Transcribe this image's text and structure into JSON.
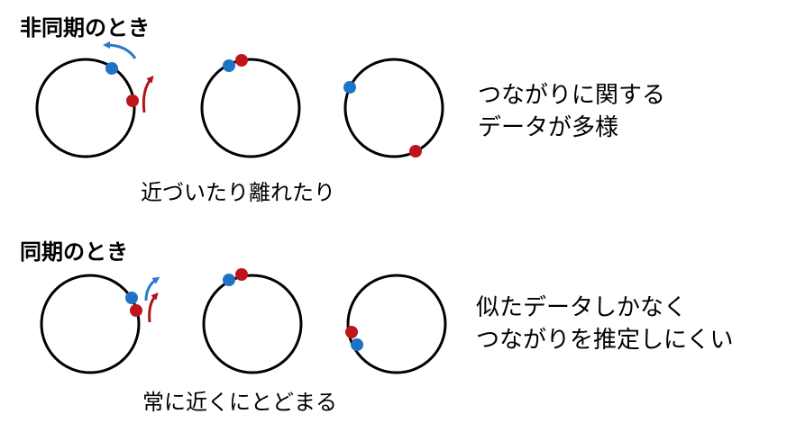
{
  "sections": [
    {
      "heading": "非同期のとき",
      "caption": "近づいたり離れたり",
      "note_lines": [
        "つながりに関する",
        "データが多様"
      ]
    },
    {
      "heading": "同期のとき",
      "caption": "常に近くにとどまる",
      "note_lines": [
        "似たデータしかなく",
        "つながりを推定しにくい"
      ]
    }
  ],
  "colors": {
    "blue": "#1f72c4",
    "red": "#c0141c",
    "blue_arrow": "#2b79c8",
    "red_arrow": "#b3121a",
    "circle": "#000000"
  },
  "icons": [
    "blue-dot",
    "red-dot",
    "motion-arrow-icon"
  ]
}
